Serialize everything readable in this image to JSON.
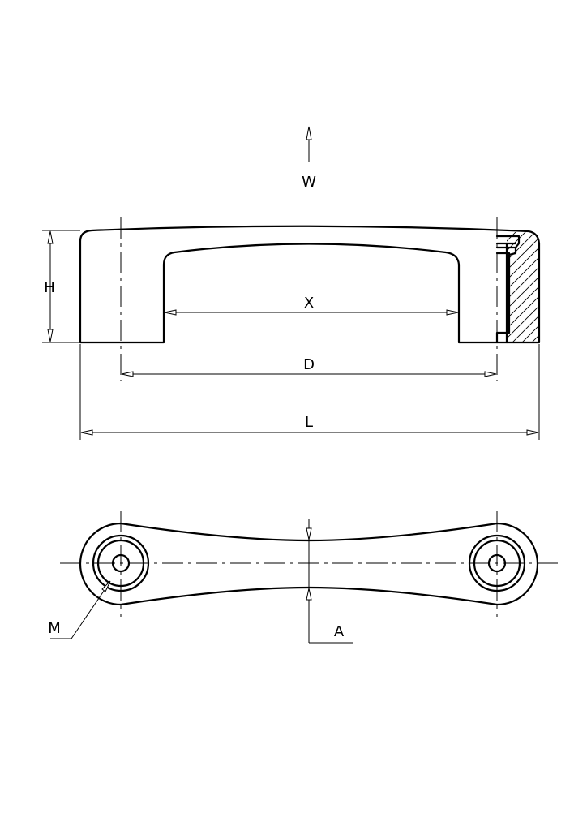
{
  "labels": {
    "w": "W",
    "h": "H",
    "x": "X",
    "d": "D",
    "l": "L",
    "m": "M",
    "a": "A"
  },
  "colors": {
    "line": "#000000",
    "background": "#ffffff"
  }
}
